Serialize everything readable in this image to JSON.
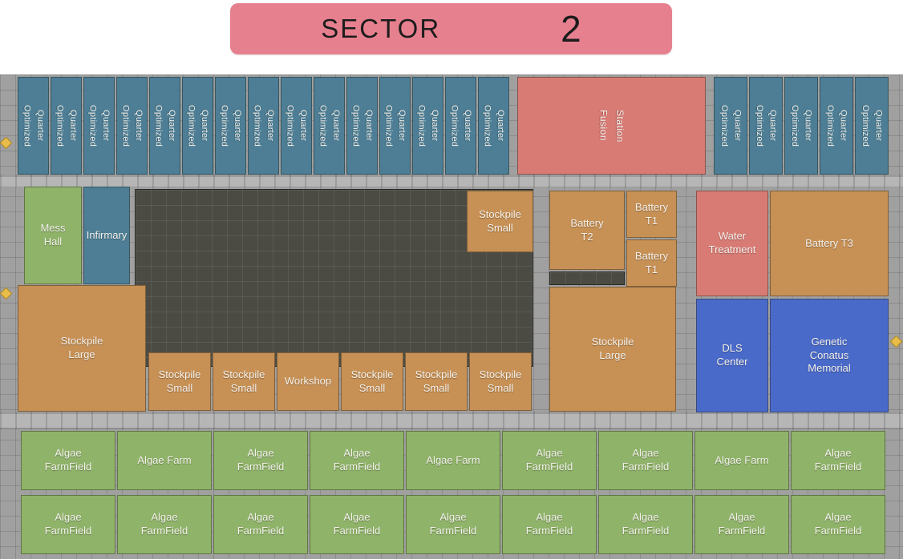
{
  "header": {
    "title": "SECTOR",
    "number": "2"
  },
  "palette": {
    "header_pink": "#e6808e",
    "quarter_teal": "#4d7e95",
    "station_salmon": "#d87b75",
    "storage_tan": "#c79055",
    "farm_green": "#8fb369",
    "facility_blue": "#4a6ac9",
    "excavation_dark": "#4b4b44",
    "ground_gray": "#a0a0a0",
    "marker_yellow": "#e9bd4a"
  },
  "quarters": {
    "left": [
      "Optimized Quarter",
      "Optimized Quarter",
      "Optimized Quarter",
      "Optimized Quarter",
      "Optimized Quarter",
      "Optimized Quarter",
      "Optimized Quarter",
      "Optimized Quarter",
      "Optimized Quarter",
      "Optimized Quarter",
      "Optimized Quarter",
      "Optimized Quarter",
      "Optimized Quarter",
      "Optimized Quarter",
      "Optimized Quarter"
    ],
    "fusion": "Fusion Station",
    "right": [
      "Optimized Quarter",
      "Optimized Quarter",
      "Optimized Quarter",
      "Optimized Quarter",
      "Optimized Quarter"
    ]
  },
  "middle": {
    "mess_hall": "Mess Hall",
    "infirmary": "Infirmary",
    "stockpile_small_top": "Stockpile Small",
    "stockpile_large_left": "Stockpile Large",
    "bottom_row": [
      "Stockpile Small",
      "Stockpile Small",
      "Workshop",
      "Stockpile Small",
      "Stockpile Small",
      "Stockpile Small"
    ],
    "battery_t2": "Battery T2",
    "battery_t1_a": "Battery T1",
    "battery_t1_b": "Battery T1",
    "stockpile_large_right": "Stockpile Large",
    "water_treatment": "Water Treatment",
    "battery_t3": "Battery T3",
    "dls_center": "DLS Center",
    "genetic_memorial": "Genetic Conatus Memorial"
  },
  "farms": {
    "row1": [
      "Algae FarmField",
      "Algae Farm",
      "Algae FarmField",
      "Algae FarmField",
      "Algae Farm",
      "Algae FarmField",
      "Algae FarmField",
      "Algae Farm",
      "Algae FarmField"
    ],
    "row2": [
      "Algae FarmField",
      "Algae FarmField",
      "Algae FarmField",
      "Algae FarmField",
      "Algae FarmField",
      "Algae FarmField",
      "Algae FarmField",
      "Algae FarmField",
      "Algae FarmField"
    ]
  }
}
